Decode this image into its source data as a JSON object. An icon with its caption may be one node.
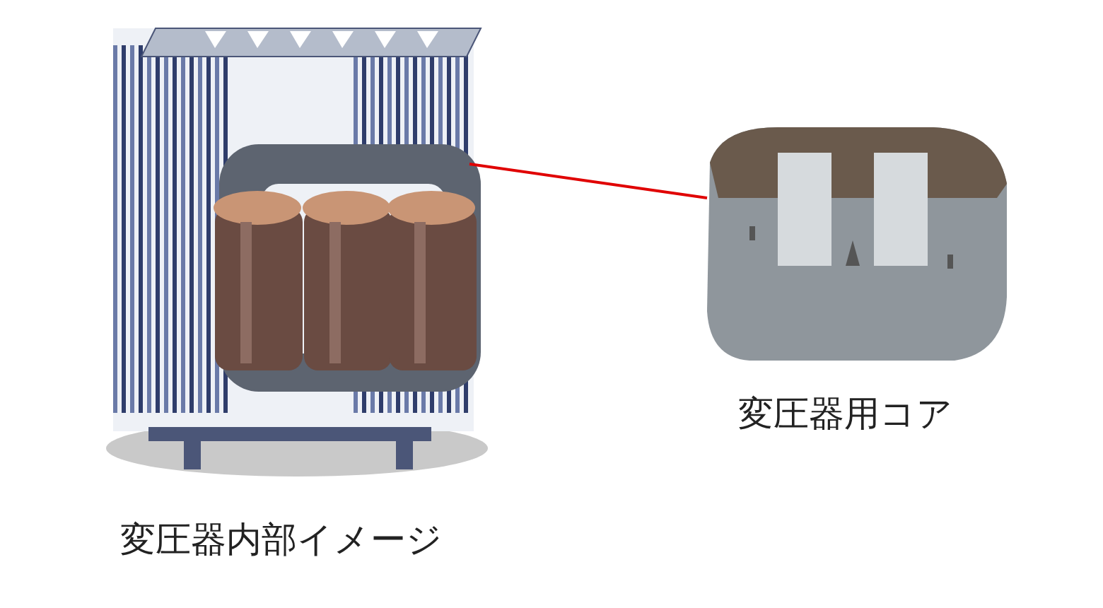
{
  "diagram": {
    "nodes": [
      {
        "text": [],
        "shape": "picture",
        "beside": [
          "変圧器内部イメージ"
        ]
      },
      {
        "text": [],
        "shape": "picture",
        "beside": [
          "変圧器用コア"
        ]
      }
    ],
    "edges": [
      {
        "from": 0,
        "to": 1,
        "arrow": "none",
        "color": "#e00000"
      }
    ]
  }
}
